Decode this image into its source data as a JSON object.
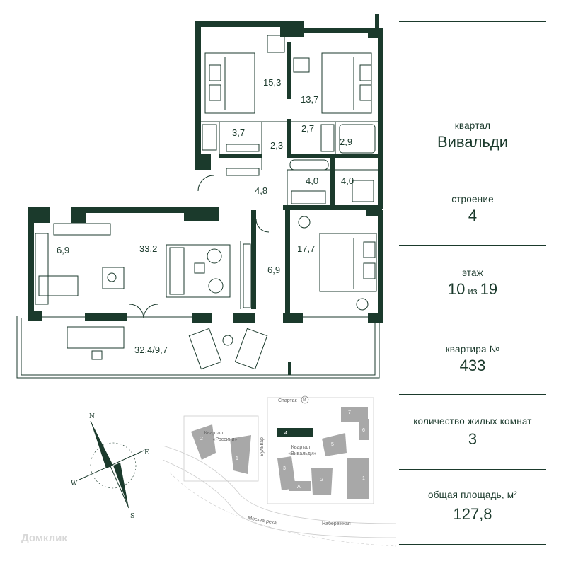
{
  "colors": {
    "wall": "#1b3a2c",
    "text": "#1b3a2c",
    "map_building": "#a8a8a8",
    "map_selected": "#1b3a2c"
  },
  "rooms": {
    "bedroom1": "15,3",
    "bedroom2": "13,7",
    "closet1": "3,7",
    "corridor1": "2,3",
    "corridor2": "2,7",
    "bath_small": "2,9",
    "bath1": "4,0",
    "bath2": "4,0",
    "hall": "4,8",
    "kitchen": "6,9",
    "living": "33,2",
    "closet2": "6,9",
    "bedroom3": "17,7",
    "terrace": "32,4/9,7"
  },
  "info": {
    "quarter_label": "квартал",
    "quarter_value": "Вивальди",
    "building_label": "строение",
    "building_value": "4",
    "floor_label": "этаж",
    "floor_value": "10",
    "floor_of": "из",
    "floor_total": "19",
    "apartment_label": "квартира №",
    "apartment_value": "433",
    "rooms_label": "количество жилых комнат",
    "rooms_value": "3",
    "area_label": "общая площадь, м²",
    "area_value": "127,8"
  },
  "map": {
    "metro": "Спартак",
    "metro_icon": "М",
    "quarter_rossini": "Квартал",
    "quarter_rossini_name": "«Россини»",
    "quarter_vivaldi": "Квартал",
    "quarter_vivaldi_name": "«Вивальди»",
    "boulevard": "Бульвар",
    "river": "Москва-река",
    "embankment": "Набережная",
    "b1": "1",
    "b2": "2",
    "b3": "3",
    "b4": "4",
    "b5": "5",
    "b6": "6",
    "b7": "7",
    "bA": "А",
    "r1": "1",
    "r2": "2"
  },
  "compass": {
    "north": "N",
    "east": "E",
    "south": "S",
    "west": "W"
  },
  "watermark": "Домклик"
}
